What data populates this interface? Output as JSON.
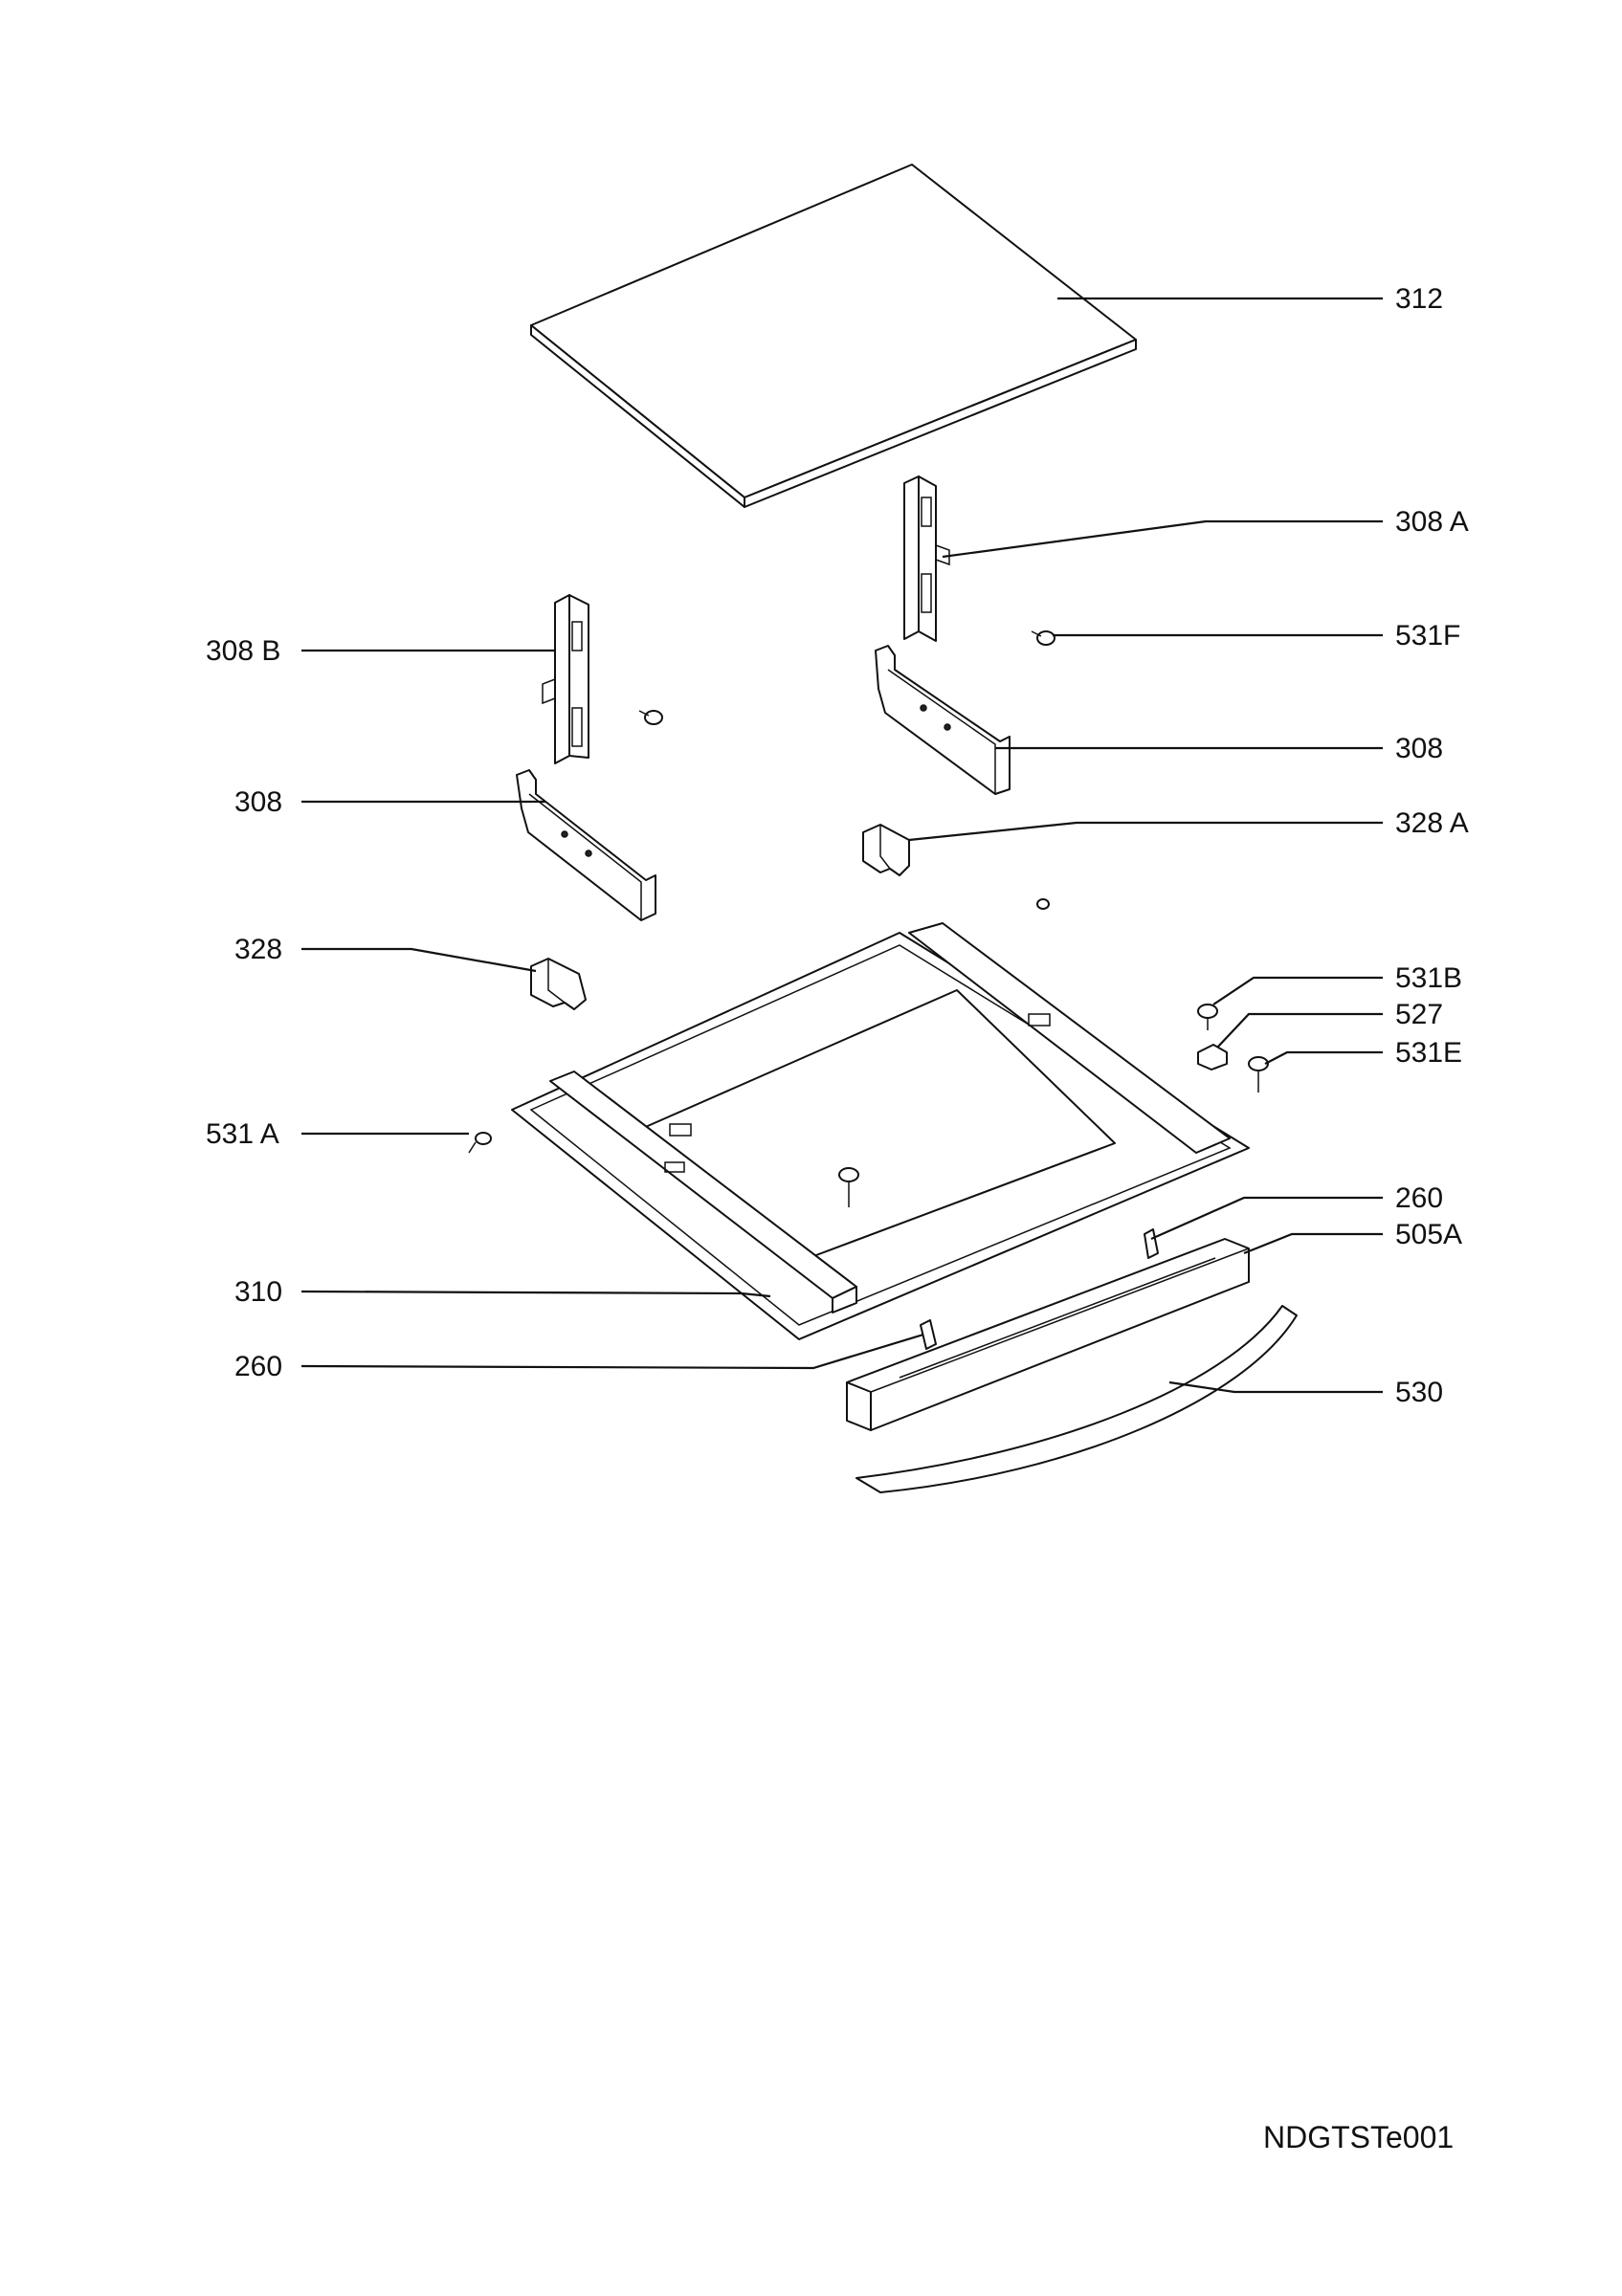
{
  "callouts": {
    "c312": "312",
    "c308a": "308 A",
    "c531f": "531F",
    "c308r": "308",
    "c328a": "328 A",
    "c531b": "531B",
    "c527": "527",
    "c531e": "531E",
    "c260r": "260",
    "c505a": "505A",
    "c530": "530",
    "c308b": "308 B",
    "c308l": "308",
    "c328": "328",
    "c531a": "531 A",
    "c310": "310",
    "c260l": "260"
  },
  "drawing_code": "NDGTSTe001"
}
